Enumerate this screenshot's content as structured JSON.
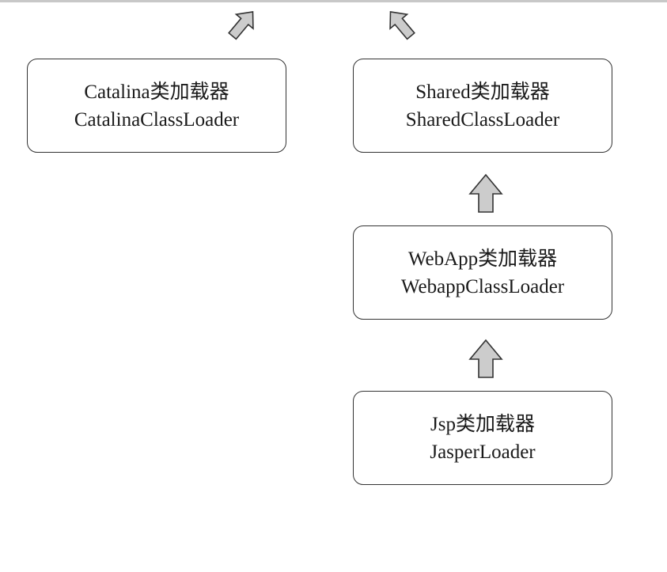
{
  "nodes": {
    "catalina": {
      "title": "Catalina类加载器",
      "class_name": "CatalinaClassLoader"
    },
    "shared": {
      "title": "Shared类加载器",
      "class_name": "SharedClassLoader"
    },
    "webapp": {
      "title": "WebApp类加载器",
      "class_name": "WebappClassLoader"
    },
    "jsp": {
      "title": "Jsp类加载器",
      "class_name": "JasperLoader"
    }
  },
  "colors": {
    "arrow_fill": "#cccccc",
    "border": "#333333",
    "text": "#1a1a1a"
  }
}
